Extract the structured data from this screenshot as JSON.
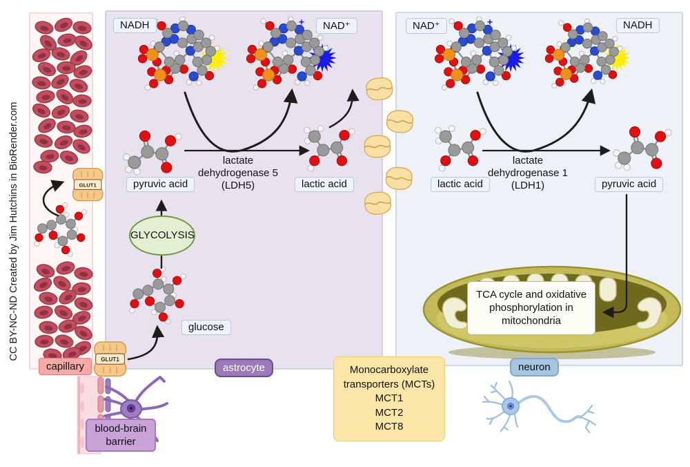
{
  "credit": "CC BY-NC-ND Created by Jim Hutchins in BioRender.com",
  "charge_plus": "+",
  "colors": {
    "astrocyte_panel": "#e8e2ef",
    "neuron_panel": "#eef2f8",
    "capillary_panel": "#fdf6f5",
    "capillary_tag": "#f6a9a7",
    "astrocyte_tag": "#9b7ab9",
    "neuron_tag": "#a6c5e1",
    "blood_brain_barrier_tag": "#c9a2d8",
    "mct_note": "#fbe5a7",
    "glycolysis_fill": "#e3efd3",
    "nadh_starburst": "#ffee00",
    "nad_plus_starburst": "#1a1aee",
    "mitochondria": "#c2b958"
  },
  "capillary": {
    "tag": "capillary",
    "glut1": "GLUT1"
  },
  "bbb": {
    "line1": "blood-brain",
    "line2": "barrier"
  },
  "astrocyte": {
    "tag": "astrocyte",
    "nadh": "NADH",
    "nad_plus": "NAD⁺",
    "pyruvic_acid": "pyruvic acid",
    "lactic_acid": "lactic acid",
    "enzyme1": "lactate",
    "enzyme2": "dehydrogenase 5",
    "enzyme3": "(LDH5)",
    "glycolysis": "GLYCOLYSIS",
    "glucose": "glucose"
  },
  "neuron": {
    "tag": "neuron",
    "nad_plus": "NAD⁺",
    "nadh": "NADH",
    "lactic_acid": "lactic acid",
    "pyruvic_acid": "pyruvic acid",
    "enzyme1": "lactate",
    "enzyme2": "dehydrogenase 1",
    "enzyme3": "(LDH1)",
    "tca1": "TCA cycle and oxidative",
    "tca2": "phosphorylation in",
    "tca3": "mitochondria"
  },
  "mct_note": {
    "line1": "Monocarboxylate",
    "line2": "transporters (MCTs)",
    "line3": "MCT1",
    "line4": "MCT2",
    "line5": "MCT8"
  }
}
